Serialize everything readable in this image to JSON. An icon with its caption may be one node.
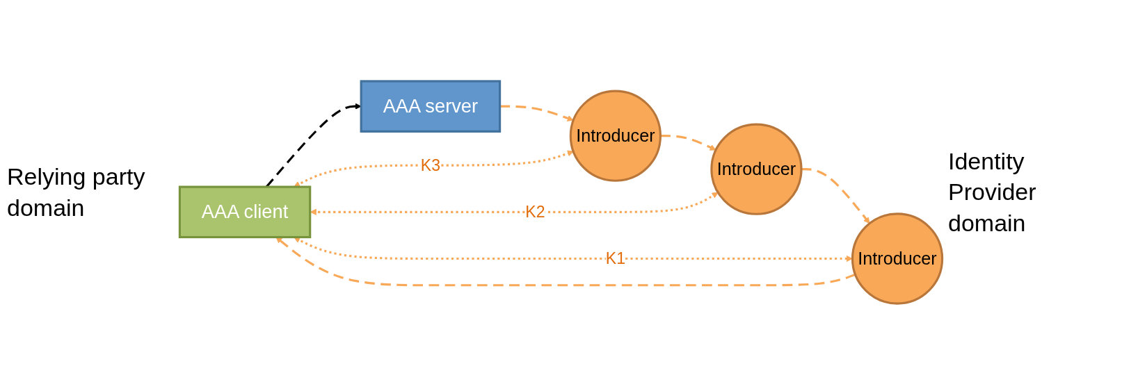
{
  "diagram": {
    "nodes": [
      {
        "text": [
          "AAA client"
        ]
      },
      {
        "text": [
          "Introducer"
        ]
      },
      {
        "text": [
          "Introducer"
        ]
      },
      {
        "text": [
          "Introducer"
        ]
      },
      {
        "text": [
          "AAA server"
        ]
      }
    ],
    "edges": [
      {
        "from": 4,
        "to": 3,
        "arrow": "to"
      },
      {
        "from": 3,
        "to": 2,
        "arrow": "to"
      },
      {
        "from": 2,
        "to": 1,
        "arrow": "to"
      },
      {
        "from": 1,
        "to": 0,
        "arrow": "to"
      },
      {
        "from": 0,
        "to": 1,
        "arrow": "both",
        "style": "dashed",
        "label": "K1"
      },
      {
        "from": 0,
        "to": 2,
        "arrow": "both",
        "style": "dashed",
        "label": "K2"
      },
      {
        "from": 0,
        "to": 3,
        "arrow": "both",
        "style": "dashed",
        "label": "K3"
      },
      {
        "from": 0,
        "to": 4,
        "arrow": "to",
        "color": "#000000"
      }
    ],
    "labels": [
      "Relying party domain",
      "Identity Provider domain"
    ]
  }
}
